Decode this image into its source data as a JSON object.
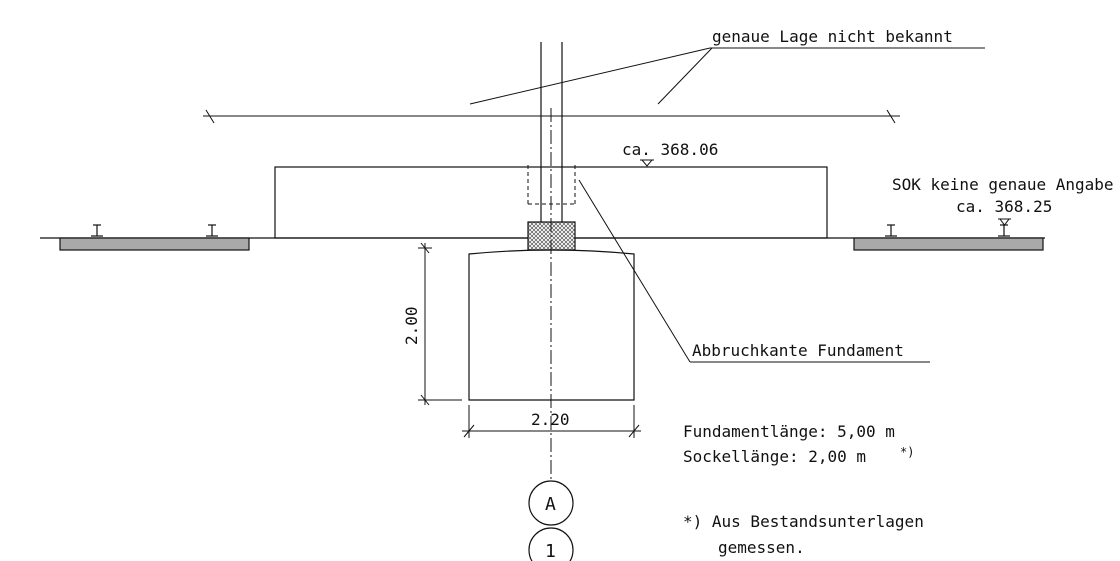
{
  "labels": {
    "location_note": "genaue Lage nicht bekannt",
    "level_top": "ca. 368.06",
    "sok_note": "SOK keine genaue Angabe",
    "sok_level": "ca. 368.25",
    "demolition_edge": "Abbruchkante Fundament",
    "dim_height": "2.00",
    "dim_width": "2.20",
    "foundation_length": "Fundamentlänge: 5,00 m",
    "plinth_length": "Sockellänge: 2,00 m",
    "plinth_footnote_mark": "*)",
    "footnote_line1": "*) Aus Bestandsunterlagen",
    "footnote_line2": "gemessen.",
    "axis_a": "A",
    "axis_1": "1"
  }
}
